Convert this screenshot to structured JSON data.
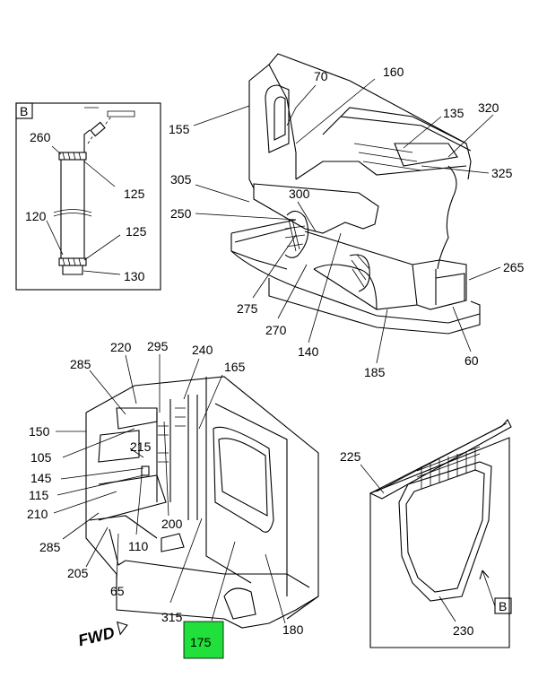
{
  "inset": {
    "tag": "B",
    "callouts": [
      "260",
      "125",
      "120",
      "125",
      "130"
    ]
  },
  "top_assembly": {
    "callouts": [
      "70",
      "160",
      "155",
      "135",
      "320",
      "325",
      "305",
      "300",
      "250",
      "265",
      "275",
      "270",
      "140",
      "185",
      "60"
    ]
  },
  "bottom_left_assembly": {
    "callouts": [
      "220",
      "295",
      "240",
      "285",
      "165",
      "150",
      "105",
      "215",
      "145",
      "115",
      "210",
      "200",
      "285",
      "110",
      "205",
      "65",
      "315",
      "180"
    ],
    "highlighted_callout": "175",
    "direction_label": "FWD"
  },
  "panel": {
    "callouts": [
      "225",
      "230"
    ],
    "view_tag": "B"
  },
  "colors": {
    "highlight": "#22e03c",
    "line": "#000000",
    "background": "#ffffff"
  }
}
